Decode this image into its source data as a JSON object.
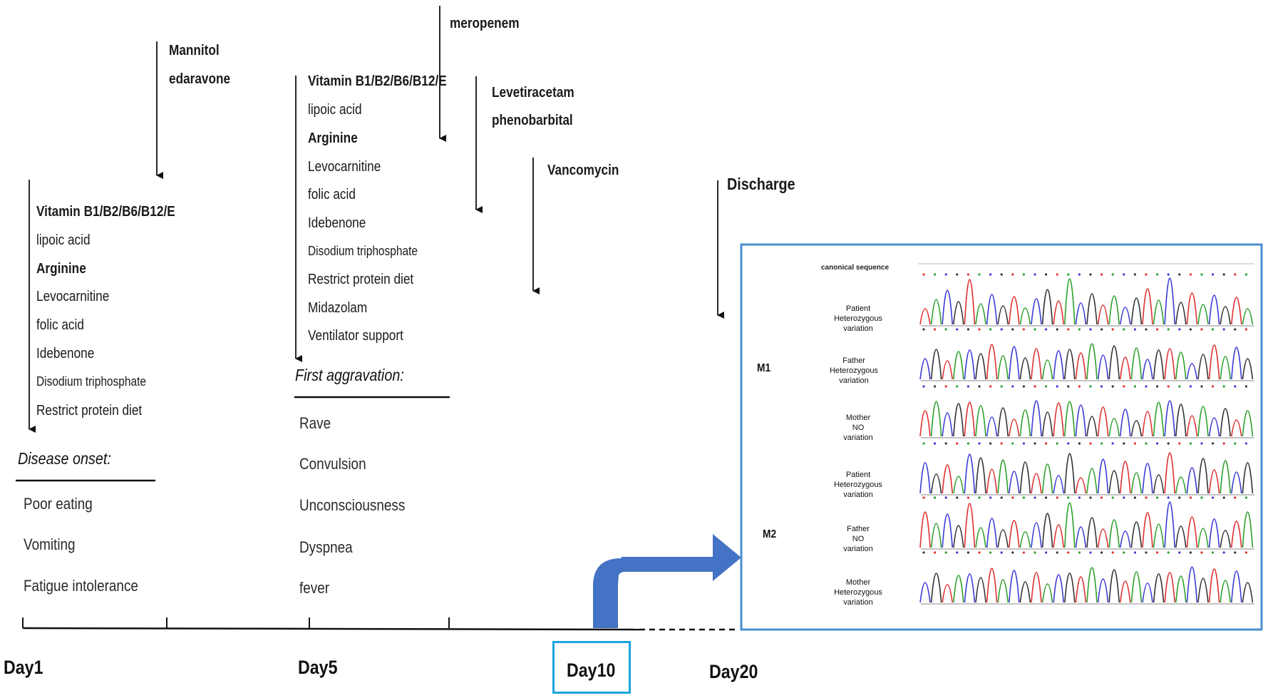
{
  "timeline": {
    "days": [
      "Day1",
      "Day5",
      "Day10",
      "Day20"
    ]
  },
  "onset": {
    "treatments": [
      "Vitamin B1/B2/B6/B12/E",
      "lipoic acid",
      "Arginine",
      "Levocarnitine",
      "folic acid",
      "Idebenone",
      "Disodium triphosphate",
      "Restrict protein diet"
    ],
    "header": "Disease onset:",
    "symptoms": [
      "Poor eating",
      "Vomiting",
      "Fatigue intolerance"
    ]
  },
  "mannitol": [
    "Mannitol",
    "edaravone"
  ],
  "aggravation": {
    "treatments": [
      "Vitamin B1/B2/B6/B12/E",
      "lipoic acid",
      "Arginine",
      "Levocarnitine",
      "folic acid",
      "Idebenone",
      "Disodium triphosphate",
      "Restrict protein diet",
      "Midazolam",
      "Ventilator support"
    ],
    "header": "First aggravation:",
    "symptoms": [
      "Rave",
      "Convulsion",
      "Unconsciousness",
      "Dyspnea",
      "fever"
    ]
  },
  "meropenem": "meropenem",
  "antiepileptics": [
    "Levetiracetam",
    "phenobarbital"
  ],
  "vancomycin": "Vancomycin",
  "discharge": "Discharge",
  "sequencing": {
    "canonical_label": "canonical sequence",
    "groups": [
      {
        "label": "M1",
        "samples": [
          {
            "lines": [
              "Patient",
              "Heterozygous",
              "variation"
            ]
          },
          {
            "lines": [
              "Father",
              "Heterozygous",
              "variation"
            ]
          },
          {
            "lines": [
              "Mother",
              "NO",
              "variation"
            ]
          }
        ]
      },
      {
        "label": "M2",
        "samples": [
          {
            "lines": [
              "Patient",
              "Heterozygous",
              "variation"
            ]
          },
          {
            "lines": [
              "Father",
              "NO",
              "variation"
            ]
          },
          {
            "lines": [
              "Mother",
              "Heterozygous",
              "variation"
            ]
          }
        ]
      }
    ]
  },
  "colors": {
    "box_border": "#4a8fd0",
    "curved_arrow": "#4472c4",
    "day10_box": "#1ba6dc",
    "trace_a": "#2ca02c",
    "trace_c": "#3b3bd6",
    "trace_g": "#333333",
    "trace_t": "#e03030"
  }
}
